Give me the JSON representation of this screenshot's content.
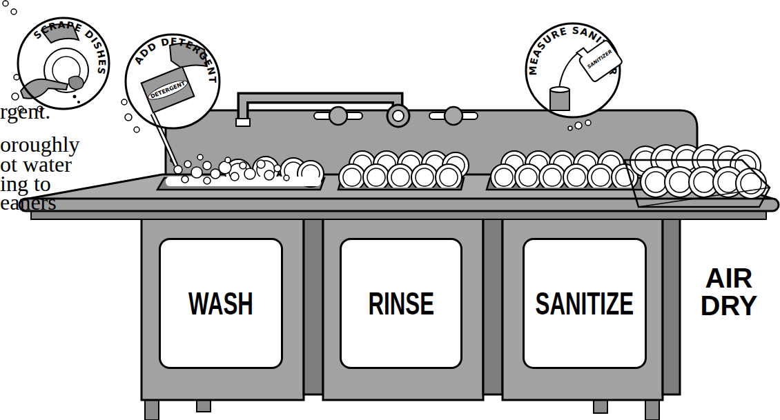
{
  "diagram": {
    "nodes": [
      {
        "text": [
          "SCRAPE DISHES"
        ]
      },
      {
        "text": [
          "ADD DETERGENT"
        ]
      },
      {
        "text": [
          "DETERGENT"
        ],
        "in": 1
      },
      {
        "text": [
          "MEASURE SANITIZER"
        ]
      },
      {
        "text": [
          "SANITIZER"
        ],
        "in": 3
      },
      {
        "text": [
          "WASH"
        ]
      },
      {
        "text": [
          "RINSE"
        ]
      },
      {
        "text": [
          "SANITIZE"
        ]
      }
    ],
    "labels": [
      "AIR DRY",
      "rgent.",
      "oroughly",
      "ot water",
      "ing to",
      "eaners"
    ]
  }
}
